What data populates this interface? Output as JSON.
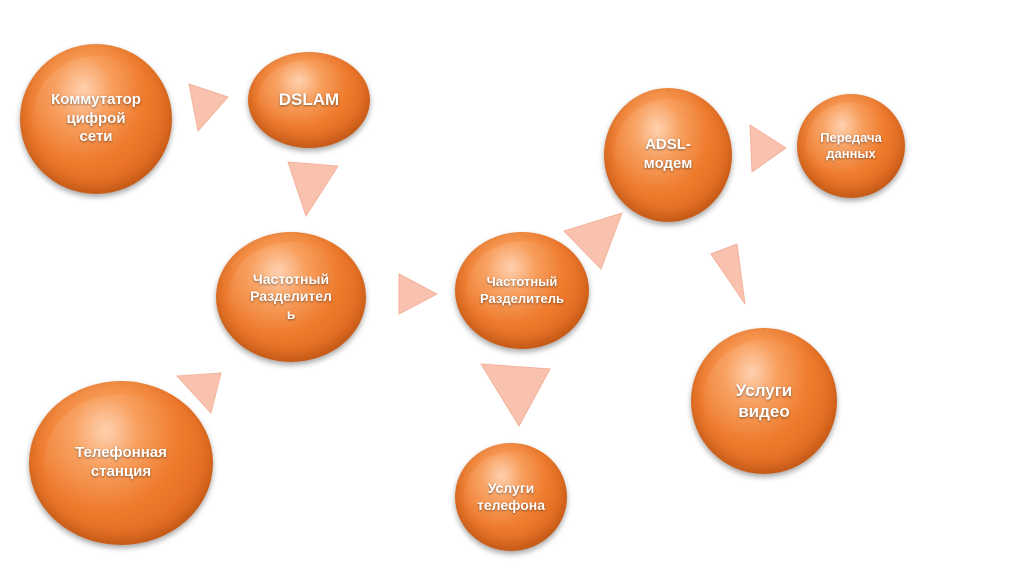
{
  "nodes": {
    "kommutator": "Коммутатор\nцифрой\nсети",
    "dslam": "DSLAM",
    "razdelitel_1": "Частотный\nРазделител\nь",
    "razdelitel_2": "Частотный\nРазделитель",
    "adsl_modem": "ADSL-\nмодем",
    "peredacha": "Передача\nданных",
    "telefonnaya": "Телефонная\nстанция",
    "uslugi_telefona": "Услуги\nтелефона",
    "uslugi_video": "Услуги\nвидео"
  },
  "colors": {
    "node": "#ee7a2c",
    "arrow": "#f9c2ae",
    "text": "#ffffff"
  }
}
